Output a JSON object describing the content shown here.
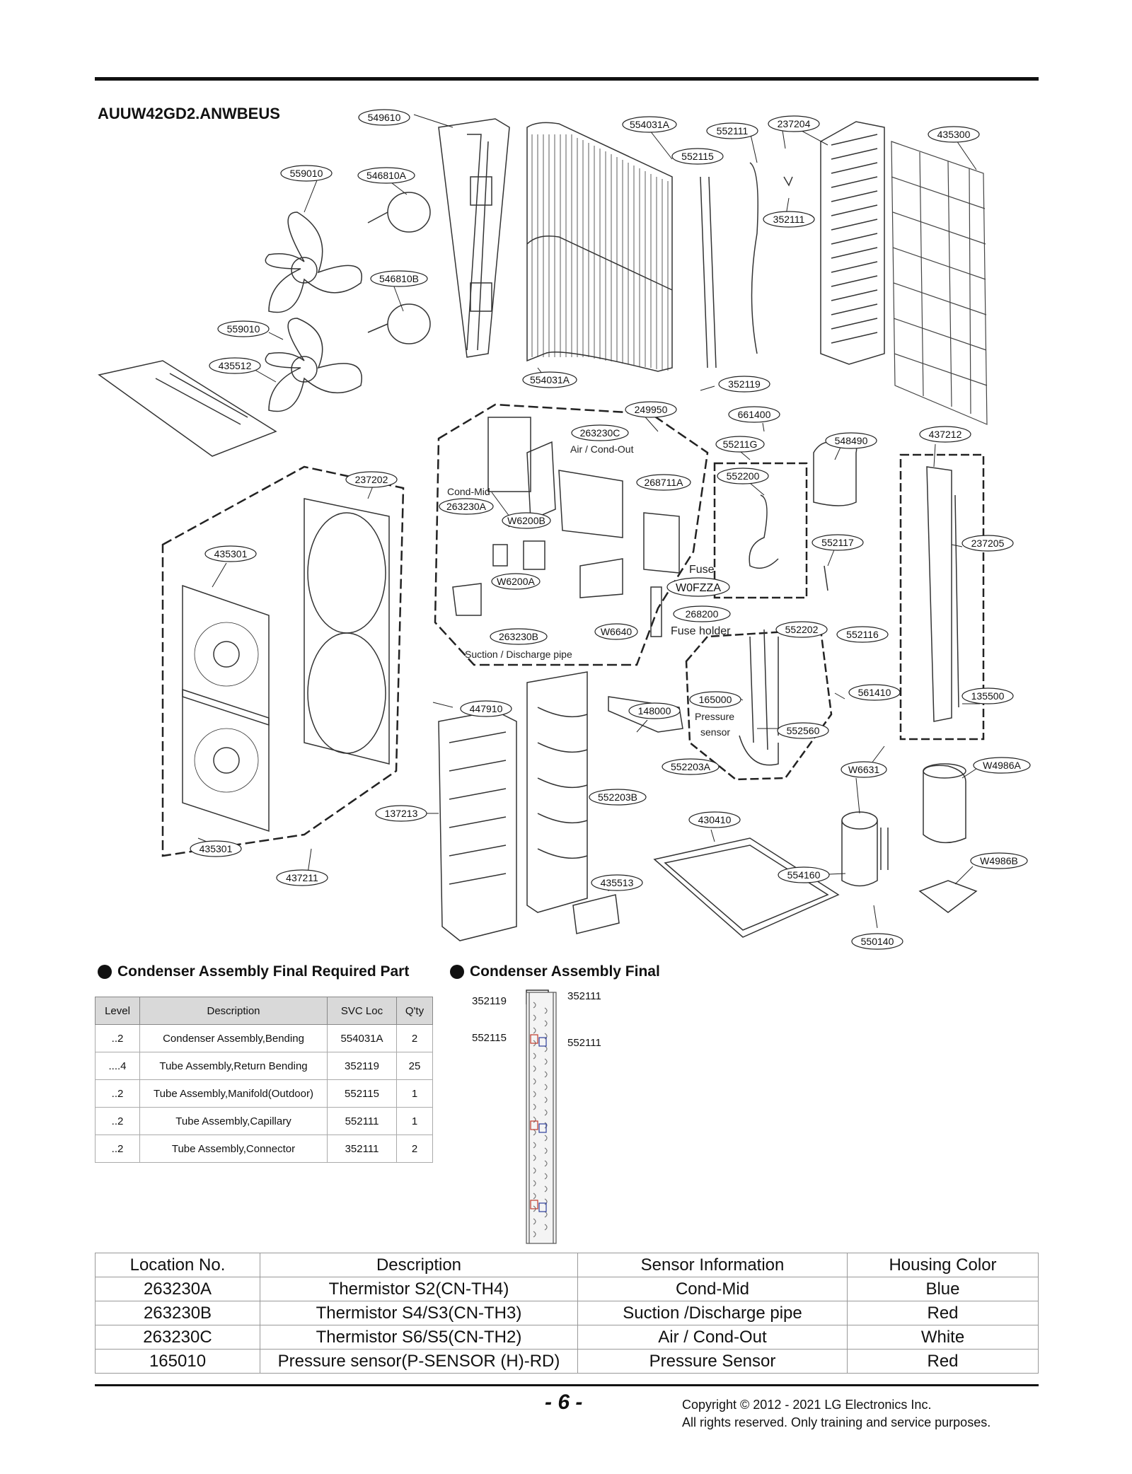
{
  "model_code": "AUUW42GD2.ANWBEUS",
  "callouts": {
    "c549610": "549610",
    "c554031A_top": "554031A",
    "c552111_top": "552111",
    "c237204": "237204",
    "c435300": "435300",
    "c552115": "552115",
    "c559010_a": "559010",
    "c546810A": "546810A",
    "c352111_top": "352111",
    "c546810B": "546810B",
    "c559010_b": "559010",
    "c435512": "435512",
    "c554031A_mid": "554031A",
    "c352119": "352119",
    "c249950": "249950",
    "c661400": "661400",
    "c263230C": "263230C",
    "c55211G": "55211G",
    "c548490": "548490",
    "c437212": "437212",
    "c237202": "237202",
    "c268711A": "268711A",
    "c263230A": "263230A",
    "c552200": "552200",
    "c435301_a": "435301",
    "c W6200B": "W6200B",
    "c552117": "552117",
    "c237205": "237205",
    "cW6200A": "W6200A",
    "cW0FZZA": "W0FZZA",
    "c268200": "268200",
    "c263230B": "263230B",
    "cW6640": "W6640",
    "c552202": "552202",
    "c552116": "552116",
    "c447910": "447910",
    "c148000": "148000",
    "c165000": "165000",
    "c561410": "561410",
    "c135500": "135500",
    "c552560": "552560",
    "c552203A": "552203A",
    "cW6631": "W6631",
    "cW4986A": "W4986A",
    "c552203B": "552203B",
    "c137213": "137213",
    "c430410": "430410",
    "c435301_b": "435301",
    "cW4986B": "W4986B",
    "c437211": "437211",
    "c435513": "435513",
    "c554160": "554160",
    "c550140": "550140"
  },
  "notes": {
    "air_cond_out": "Air / Cond-Out",
    "cond_mid": "Cond-Mid",
    "fuse": "Fuse",
    "fuse_holder": "Fuse holder",
    "suction_discharge": "Suction / Discharge pipe",
    "pressure": "Pressure",
    "sensor": "sensor"
  },
  "required_parts": {
    "heading": "Condenser Assembly Final Required Part",
    "columns": [
      "Level",
      "Description",
      "SVC Loc",
      "Q'ty"
    ],
    "rows": [
      [
        "..2",
        "Condenser Assembly,Bending",
        "554031A",
        "2"
      ],
      [
        "....4",
        "Tube Assembly,Return Bending",
        "352119",
        "25"
      ],
      [
        "..2",
        "Tube Assembly,Manifold(Outdoor)",
        "552115",
        "1"
      ],
      [
        "..2",
        "Tube Assembly,Capillary",
        "552111",
        "1"
      ],
      [
        "..2",
        "Tube Assembly,Connector",
        "352111",
        "2"
      ]
    ]
  },
  "assembly_final": {
    "heading": "Condenser Assembly Final",
    "labels": [
      "352119",
      "352111",
      "552115",
      "552111"
    ]
  },
  "location_table": {
    "columns": [
      "Location No.",
      "Description",
      "Sensor Information",
      "Housing Color"
    ],
    "rows": [
      [
        "263230A",
        "Thermistor S2(CN-TH4)",
        "Cond-Mid",
        "Blue"
      ],
      [
        "263230B",
        "Thermistor S4/S3(CN-TH3)",
        "Suction /Discharge pipe",
        "Red"
      ],
      [
        "263230C",
        "Thermistor S6/S5(CN-TH2)",
        "Air / Cond-Out",
        "White"
      ],
      [
        "165010",
        "Pressure sensor(P-SENSOR (H)-RD)",
        "Pressure Sensor",
        "Red"
      ]
    ]
  },
  "footer": {
    "page": "- 6 -",
    "copyright_1": "Copyright © 2012 - 2021 LG Electronics Inc.",
    "copyright_2": "All rights reserved. Only training and service purposes."
  }
}
